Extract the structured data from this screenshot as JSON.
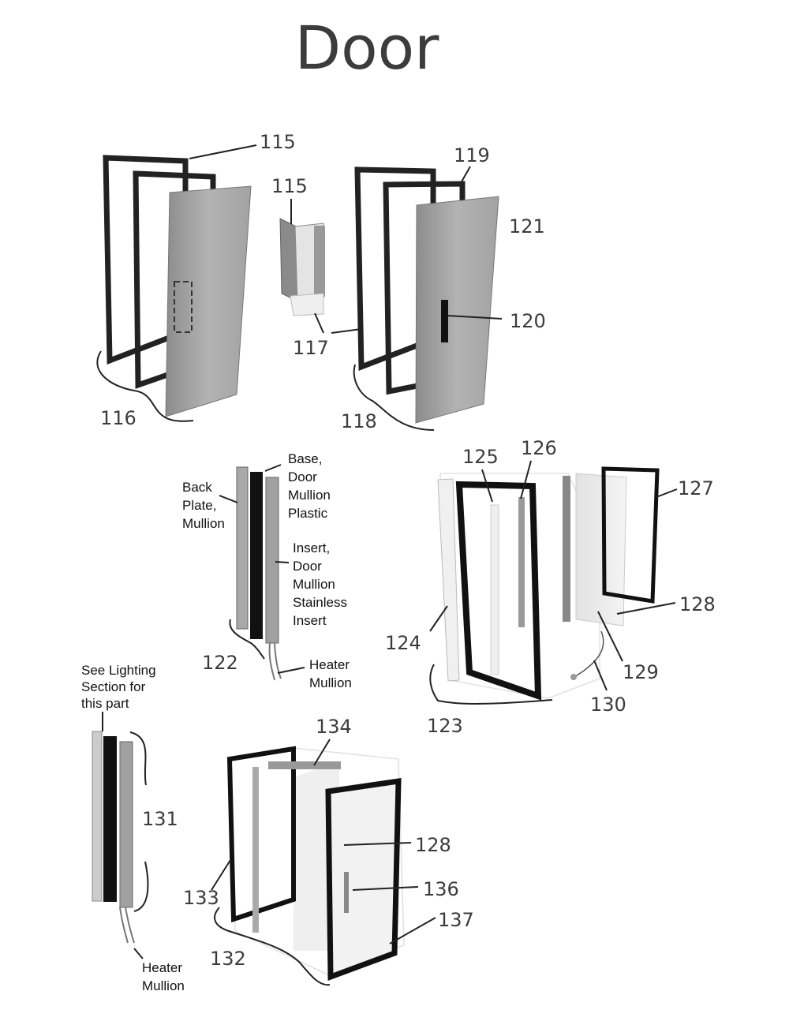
{
  "title": "Door",
  "callouts": {
    "n115a": "115",
    "n115b": "115",
    "n116": "116",
    "n117": "117",
    "n118": "118",
    "n119": "119",
    "n120": "120",
    "n121": "121",
    "n122": "122",
    "n123": "123",
    "n124": "124",
    "n125": "125",
    "n126": "126",
    "n127": "127",
    "n128a": "128",
    "n129": "129",
    "n130": "130",
    "n131": "131",
    "n133": "133",
    "n134": "134",
    "n128b": "128",
    "n136": "136",
    "n137": "137",
    "n132": "132"
  },
  "labels": {
    "base_plastic": [
      "Base,",
      "Door",
      "Mullion",
      "Plastic"
    ],
    "back_plate": [
      "Back",
      "Plate,",
      "Mullion"
    ],
    "insert": [
      "Insert,",
      "Door",
      "Mullion",
      "Stainless",
      "Insert"
    ],
    "heater_a": [
      "Heater",
      "Mullion"
    ],
    "see_lighting": [
      "See Lighting",
      "Section for",
      "this part"
    ],
    "heater_b": [
      "Heater",
      "Mullion"
    ]
  }
}
